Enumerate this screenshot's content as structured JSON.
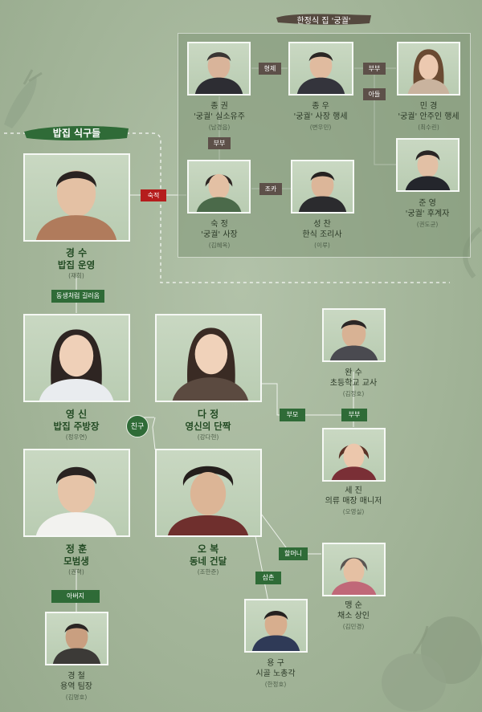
{
  "header": {
    "house_title": "한정식 집 '궁궐'",
    "family_title": "밥집 식구들"
  },
  "people": {
    "jonggwon": {
      "name": "종 권",
      "role": "'궁궐' 실소유주",
      "actor": "(남경읍)"
    },
    "jongwoo": {
      "name": "종 우",
      "role": "'궁궐' 사장 행세",
      "actor": "(변우민)"
    },
    "minkyung": {
      "name": "민 경",
      "role": "'궁궐' 안주인 행세",
      "actor": "(최수린)"
    },
    "sukjeong": {
      "name": "숙 정",
      "role": "'궁궐' 사장",
      "actor": "(김혜옥)"
    },
    "seongchan": {
      "name": "성 찬",
      "role": "한식 조리사",
      "actor": "(이루)"
    },
    "junyoung": {
      "name": "준 영",
      "role": "'궁궐' 후계자",
      "actor": "(권도균)"
    },
    "kyungsoo": {
      "name": "경 수",
      "role": "밥집 운영",
      "actor": "(재희)"
    },
    "youngshin": {
      "name": "영 신",
      "role": "밥집 주방장",
      "actor": "(정우연)"
    },
    "dajeong": {
      "name": "다 정",
      "role": "영신의 단짝",
      "actor": "(강다현)"
    },
    "wansoo": {
      "name": "완 수",
      "role": "초등학교 교사",
      "actor": "(김정호)"
    },
    "sejin": {
      "name": "세 진",
      "role": "의류 매장 매니저",
      "actor": "(오영실)"
    },
    "jeonghoon": {
      "name": "정 훈",
      "role": "모범생",
      "actor": "(권혁)"
    },
    "obok": {
      "name": "오 복",
      "role": "동네 건달",
      "actor": "(조한준)"
    },
    "maengsoon": {
      "name": "맹 순",
      "role": "채소 상인",
      "actor": "(김민경)"
    },
    "kyungchul": {
      "name": "경 철",
      "role": "용역 팀장",
      "actor": "(김명호)"
    },
    "yonggu": {
      "name": "용 구",
      "role": "시골 노총각",
      "actor": "(한정호)"
    }
  },
  "relations": {
    "brothers": "형제",
    "couple1": "부부",
    "son": "아들",
    "couple2": "부부",
    "nephew": "조카",
    "nemesis": "숙적",
    "like_sibling": "동생처럼 길러옴",
    "friend": "친구",
    "parents": "부모",
    "couple3": "부부",
    "grandma": "할머니",
    "uncle": "삼촌",
    "father": "아버지"
  },
  "colors": {
    "bg": "#a3b59a",
    "green": "#2f6b37",
    "brown": "#5d5049",
    "red": "#b51d1d"
  }
}
